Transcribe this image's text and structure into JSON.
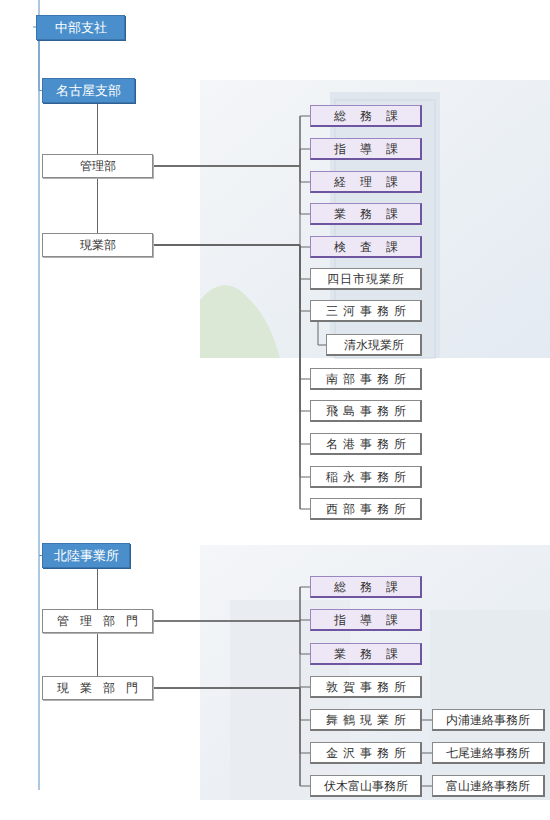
{
  "diagram": {
    "nodes": [
      {
        "text": [
          "中部支社"
        ]
      },
      {
        "text": [
          "名古屋支部"
        ]
      },
      {
        "text": [
          "管理部"
        ]
      },
      {
        "text": [
          "現業部"
        ]
      },
      {
        "text": [
          "総務課"
        ]
      },
      {
        "text": [
          "指導課"
        ]
      },
      {
        "text": [
          "経理課"
        ]
      },
      {
        "text": [
          "業務課"
        ]
      },
      {
        "text": [
          "検査課"
        ]
      },
      {
        "text": [
          "四日市現業所"
        ]
      },
      {
        "text": [
          "三河事務所"
        ]
      },
      {
        "text": [
          "清水現業所"
        ]
      },
      {
        "text": [
          "南部事務所"
        ]
      },
      {
        "text": [
          "飛島事務所"
        ]
      },
      {
        "text": [
          "名港事務所"
        ]
      },
      {
        "text": [
          "稲永事務所"
        ]
      },
      {
        "text": [
          "西部事務所"
        ]
      },
      {
        "text": [
          "北陸事業所"
        ]
      },
      {
        "text": [
          "管理部門"
        ]
      },
      {
        "text": [
          "現業部門"
        ]
      },
      {
        "text": [
          "総務課"
        ]
      },
      {
        "text": [
          "指導課"
        ]
      },
      {
        "text": [
          "業務課"
        ]
      },
      {
        "text": [
          "敦賀事務所"
        ]
      },
      {
        "text": [
          "舞鶴現業所"
        ]
      },
      {
        "text": [
          "内浦連絡事務所"
        ]
      },
      {
        "text": [
          "金沢事務所"
        ]
      },
      {
        "text": [
          "七尾連絡事務所"
        ]
      },
      {
        "text": [
          "伏木富山事務所"
        ]
      },
      {
        "text": [
          "富山連絡事務所"
        ]
      }
    ],
    "edges": [
      {
        "from": 0,
        "to": 1,
        "arrow": "none"
      },
      {
        "from": 0,
        "to": 17,
        "arrow": "none"
      },
      {
        "from": 1,
        "to": 2,
        "arrow": "none"
      },
      {
        "from": 2,
        "to": 3,
        "arrow": "none"
      },
      {
        "from": 2,
        "to": 4,
        "arrow": "none"
      },
      {
        "from": 2,
        "to": 5,
        "arrow": "none"
      },
      {
        "from": 2,
        "to": 6,
        "arrow": "none"
      },
      {
        "from": 2,
        "to": 7,
        "arrow": "none"
      },
      {
        "from": 3,
        "to": 8,
        "arrow": "none"
      },
      {
        "from": 3,
        "to": 9,
        "arrow": "none"
      },
      {
        "from": 3,
        "to": 10,
        "arrow": "none"
      },
      {
        "from": 3,
        "to": 12,
        "arrow": "none"
      },
      {
        "from": 3,
        "to": 13,
        "arrow": "none"
      },
      {
        "from": 3,
        "to": 14,
        "arrow": "none"
      },
      {
        "from": 3,
        "to": 15,
        "arrow": "none"
      },
      {
        "from": 3,
        "to": 16,
        "arrow": "none"
      },
      {
        "from": 10,
        "to": 11,
        "arrow": "none"
      },
      {
        "from": 17,
        "to": 18,
        "arrow": "none"
      },
      {
        "from": 18,
        "to": 19,
        "arrow": "none"
      },
      {
        "from": 18,
        "to": 20,
        "arrow": "none"
      },
      {
        "from": 18,
        "to": 21,
        "arrow": "none"
      },
      {
        "from": 18,
        "to": 22,
        "arrow": "none"
      },
      {
        "from": 19,
        "to": 23,
        "arrow": "none"
      },
      {
        "from": 19,
        "to": 24,
        "arrow": "none"
      },
      {
        "from": 19,
        "to": 26,
        "arrow": "none"
      },
      {
        "from": 19,
        "to": 28,
        "arrow": "none"
      },
      {
        "from": 24,
        "to": 25,
        "arrow": "none"
      },
      {
        "from": 26,
        "to": 27,
        "arrow": "none"
      },
      {
        "from": 28,
        "to": 29,
        "arrow": "none"
      }
    ]
  }
}
